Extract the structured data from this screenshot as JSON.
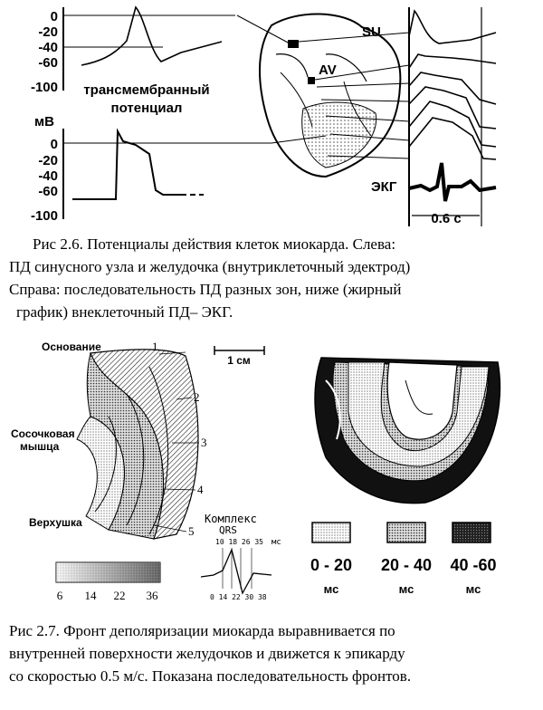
{
  "figure1": {
    "top_chart": {
      "ticks": [
        "0",
        "-20",
        "-40",
        "-60",
        "-100"
      ],
      "label_line1": "трансмембранный",
      "label_line2": "потенциал"
    },
    "bottom_chart": {
      "unit": "мВ",
      "ticks": [
        "0",
        "-20",
        "-40",
        "-60",
        "-100"
      ]
    },
    "heart": {
      "su_label": "SU",
      "av_label": "AV"
    },
    "ecg": {
      "label": "ЭКГ",
      "time_label": "0.6 с"
    },
    "caption": [
      "Рис 2.6. Потенциалы действия клеток миокарда. Слева:",
      "ПД синусного узла и желудочка (внутриклеточный  эдектрод)",
      "Справа: последовательность ПД  разных зон, ниже (жирный",
      "график) внеклеточный ПД– ЭКГ."
    ]
  },
  "figure2": {
    "labels": {
      "base": "Основание",
      "papillary_line1": "Сосочковая",
      "papillary_line2": "мышца",
      "apex": "Верхушка",
      "scale": "1 см"
    },
    "layer_numbers": [
      "1",
      "2",
      "3",
      "4",
      "5"
    ],
    "scale_ticks": [
      "6",
      "14",
      "22",
      "36"
    ],
    "qrs": {
      "title_line1": "Комплекс",
      "title_line2": "QRS",
      "top_ticks": "10 18 26 35",
      "unit": "мс",
      "bottom_ticks": "0 14 22 30 38"
    },
    "legend": [
      {
        "range": "0 - 20",
        "unit": "мс"
      },
      {
        "range": "20 - 40",
        "unit": "мс"
      },
      {
        "range": "40 -60",
        "unit": "мс"
      }
    ],
    "caption": [
      "Рис 2.7. Фронт деполяризации миокарда выравнивается по",
      "внутренней поверхности желудочков и движется к эпикарду",
      "со скоростью 0.5 м/с. Показана последовательность фронтов."
    ]
  }
}
